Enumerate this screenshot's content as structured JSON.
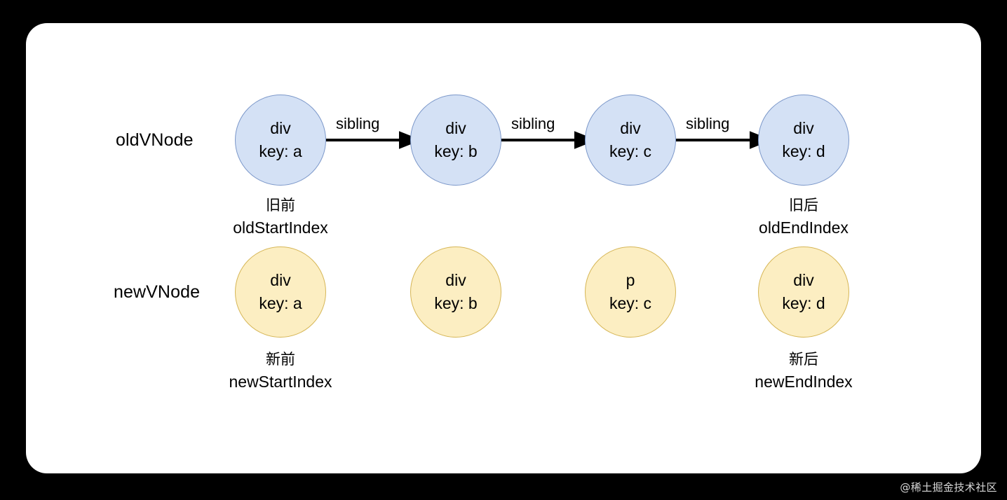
{
  "canvas": {
    "background_color": "#000000",
    "card_color": "#ffffff"
  },
  "rows": {
    "old": {
      "label": "oldVNode",
      "node_fill": "#d4e1f5",
      "node_stroke": "#7b97c9",
      "nodes": [
        {
          "tag": "div",
          "key": "key: a"
        },
        {
          "tag": "div",
          "key": "key: b"
        },
        {
          "tag": "div",
          "key": "key: c"
        },
        {
          "tag": "div",
          "key": "key: d"
        }
      ],
      "edge_labels": [
        "sibling",
        "sibling",
        "sibling"
      ],
      "pointers": {
        "start": {
          "cn": "旧前",
          "en": "oldStartIndex"
        },
        "end": {
          "cn": "旧后",
          "en": "oldEndIndex"
        }
      }
    },
    "new": {
      "label": "newVNode",
      "node_fill": "#fceec2",
      "node_stroke": "#d6b656",
      "nodes": [
        {
          "tag": "div",
          "key": "key: a"
        },
        {
          "tag": "div",
          "key": "key: b"
        },
        {
          "tag": "p",
          "key": "key: c"
        },
        {
          "tag": "div",
          "key": "key: d"
        }
      ],
      "pointers": {
        "start": {
          "cn": "新前",
          "en": "newStartIndex"
        },
        "end": {
          "cn": "新后",
          "en": "newEndIndex"
        }
      }
    }
  },
  "watermark": "@稀土掘金技术社区"
}
